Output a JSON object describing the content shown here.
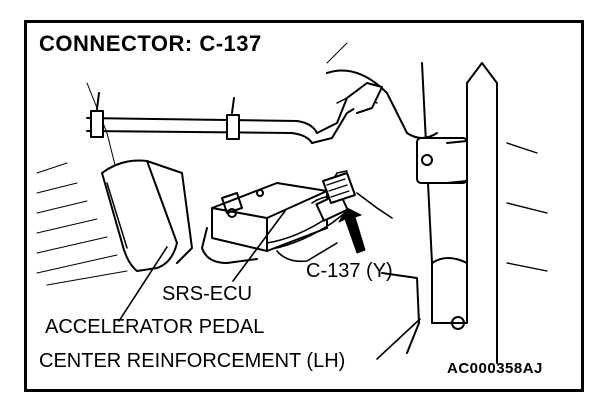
{
  "title": "CONNECTOR: C-137",
  "labels": {
    "connector": "C-137 (Y)",
    "srs_ecu": "SRS-ECU",
    "accelerator_pedal": "ACCELERATOR PEDAL",
    "center_reinforcement": "CENTER REINFORCEMENT (LH)"
  },
  "figure_code": "AC000358AJ"
}
